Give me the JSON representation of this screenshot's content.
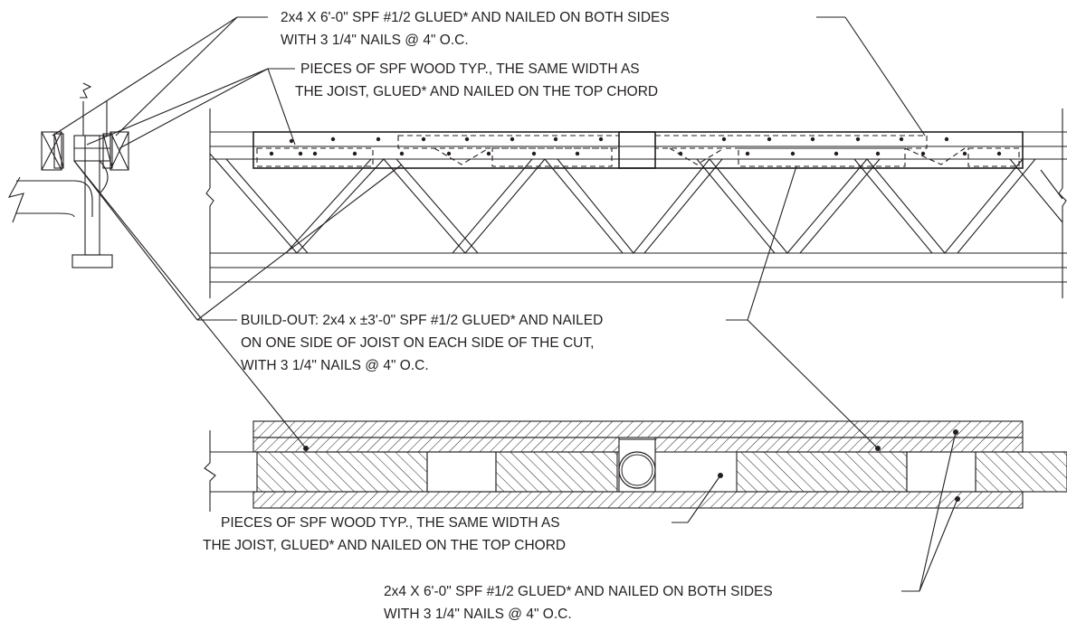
{
  "notes": {
    "top_plate_line1": "2x4 X 6'-0\" SPF #1/2 GLUED* AND NAILED ON BOTH SIDES",
    "top_plate_line2": "WITH 3 1/4\" NAILS @ 4\" O.C.",
    "top_pieces_line1": "PIECES OF SPF WOOD TYP., THE SAME WIDTH AS",
    "top_pieces_line2": "THE JOIST, GLUED* AND NAILED ON THE TOP CHORD",
    "buildout_line1": "BUILD-OUT: 2x4 x ±3'-0\" SPF #1/2 GLUED* AND NAILED",
    "buildout_line2": "ON ONE SIDE OF JOIST ON EACH SIDE OF THE CUT,",
    "buildout_line3": "WITH 3 1/4\" NAILS  @ 4\" O.C.",
    "bottom_pieces_line1": "PIECES OF SPF WOOD TYP., THE SAME WIDTH AS",
    "bottom_pieces_line2": "THE JOIST, GLUED* AND NAILED ON THE TOP CHORD",
    "bottom_plate_line1": "2x4 X 6'-0\" SPF #1/2 GLUED* AND NAILED ON BOTH SIDES",
    "bottom_plate_line2": "WITH 3 1/4\" NAILS @ 4\" O.C."
  },
  "colors": {
    "ink": "#231f20",
    "background": "#ffffff"
  }
}
